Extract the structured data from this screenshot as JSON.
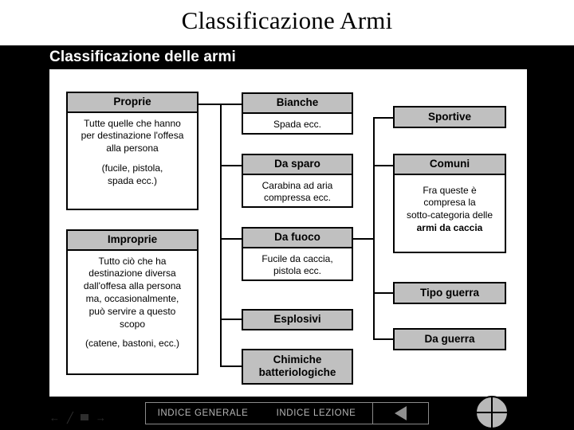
{
  "slide": {
    "title": "Classificazione Armi",
    "subtitle": "Classificazione delle armi"
  },
  "diagram": {
    "column_left": [
      {
        "name": "proprie",
        "head": "Proprie",
        "body_lines": [
          "Tutte quelle che hanno",
          "per destinazione l'offesa",
          "alla persona"
        ],
        "body_lines2": [
          "(fucile, pistola,",
          "spada ecc.)"
        ]
      },
      {
        "name": "improprie",
        "head": "Improprie",
        "body_lines": [
          "Tutto ciò che ha",
          "destinazione diversa",
          "dall'offesa alla persona",
          "ma, occasionalmente,",
          "può servire a questo",
          "scopo"
        ],
        "body_lines2": [
          "(catene, bastoni, ecc.)"
        ]
      }
    ],
    "column_middle": [
      {
        "name": "bianche",
        "head": "Bianche",
        "body_lines": [
          "Spada ecc."
        ]
      },
      {
        "name": "da-sparo",
        "head": "Da sparo",
        "body_lines": [
          "Carabina ad aria",
          "compressa ecc."
        ]
      },
      {
        "name": "da-fuoco",
        "head": "Da fuoco",
        "body_lines": [
          "Fucile da caccia,",
          "pistola ecc."
        ]
      },
      {
        "name": "esplosivi",
        "head": "Esplosivi",
        "body_lines": []
      },
      {
        "name": "chimiche-batteriologiche",
        "head_line1": "Chimiche",
        "head_line2": "batteriologiche",
        "body_lines": []
      }
    ],
    "column_right": [
      {
        "name": "sportive",
        "head": "Sportive",
        "body_lines": []
      },
      {
        "name": "comuni",
        "head": "Comuni",
        "body_lines": [
          "Fra queste è",
          "compresa la",
          "sotto-categoria delle"
        ],
        "body_bold": "armi da caccia"
      },
      {
        "name": "tipo-guerra",
        "head": "Tipo guerra",
        "body_lines": []
      },
      {
        "name": "da-guerra",
        "head": "Da guerra",
        "body_lines": []
      }
    ]
  },
  "footer": {
    "indice_generale": "INDICE GENERALE",
    "indice_lezione": "INDICE LEZIONE",
    "back_icon": "triangle-left-icon",
    "mini_icons": [
      "arrow-left-icon",
      "pen-icon",
      "square-icon",
      "arrow-right-icon"
    ],
    "scope_icon": "crosshair-scope-icon"
  },
  "colors": {
    "background": "#000000",
    "panel": "#ffffff",
    "box_header": "#c0c0c0",
    "text": "#000000",
    "nav_text": "#b5b5b5"
  }
}
